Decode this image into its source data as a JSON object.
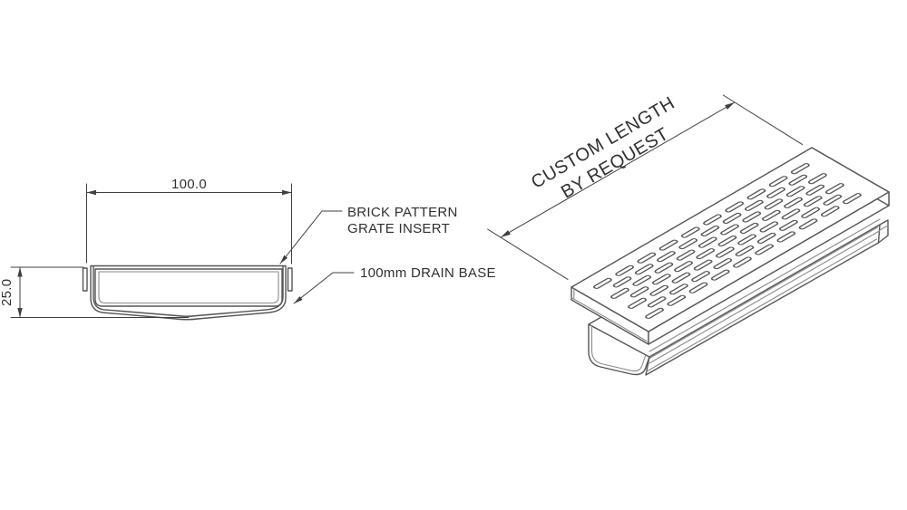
{
  "colors": {
    "line": "#555555",
    "line_secondary": "#8a8a8a",
    "dimension": "#3f3f3f",
    "text": "#303030",
    "background": "#ffffff"
  },
  "cross_section_view": {
    "width_dimension": "100.0",
    "height_dimension": "25.0",
    "grate_callout_line1": "BRICK PATTERN",
    "grate_callout_line2": "GRATE INSERT",
    "base_callout": "100mm DRAIN BASE"
  },
  "isometric_view": {
    "length_dimension_line1": "CUSTOM LENGTH",
    "length_dimension_line2": "BY REQUEST"
  }
}
